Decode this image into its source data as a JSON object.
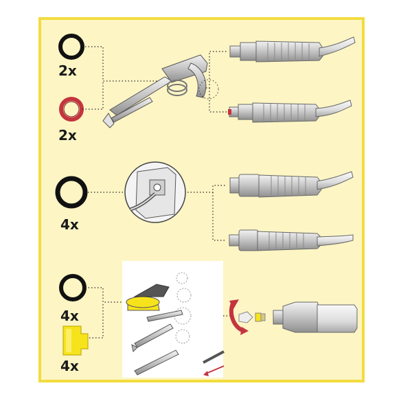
{
  "colors": {
    "background": "#fdf5c4",
    "border": "#f2dc3e",
    "oring_black": "#111111",
    "oring_red": "#c4343f",
    "yellow_part": "#f7e31c",
    "hose_part": "#c9c9c9"
  },
  "rows": [
    {
      "quantity": "2x",
      "part": "black-o-ring"
    },
    {
      "quantity": "2x",
      "part": "red-o-ring"
    },
    {
      "quantity": "4x",
      "part": "large-black-o-ring"
    },
    {
      "quantity": "4x",
      "part": "black-o-ring"
    },
    {
      "quantity": "4x",
      "part": "yellow-clip"
    }
  ]
}
